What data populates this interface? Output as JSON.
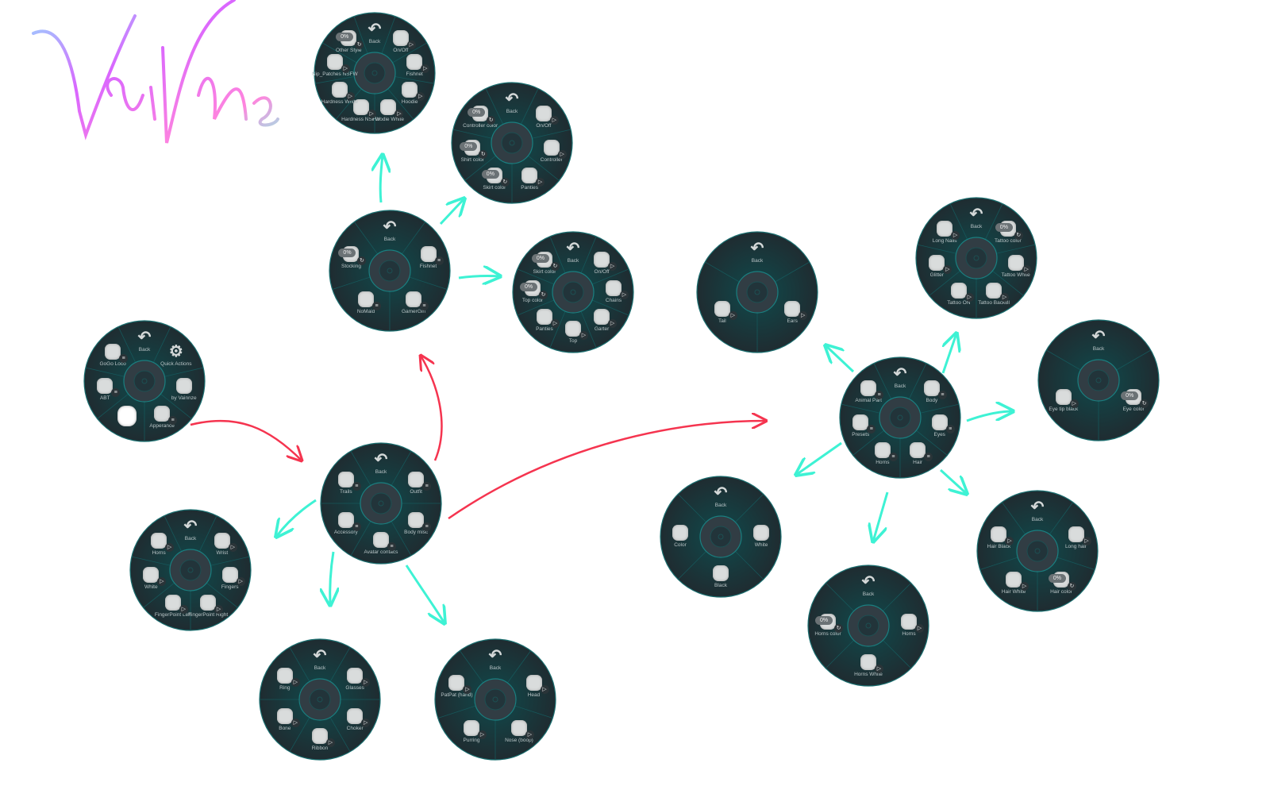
{
  "logo": {
    "text": "Vainnze"
  },
  "colors": {
    "menu_bg": "#1f2c31",
    "menu_accent": "#1a8f8f",
    "arrow_red": "#f5344f",
    "arrow_teal": "#3ef2d4"
  },
  "menus": [
    {
      "id": "outfit-sub-a",
      "items": [
        {
          "label": "Back",
          "type": "back"
        },
        {
          "label": "On/Off",
          "type": "toggle"
        },
        {
          "label": "Fishnet",
          "type": "toggle"
        },
        {
          "label": "Hoodie",
          "type": "toggle"
        },
        {
          "label": "Hoodie White",
          "type": "toggle"
        },
        {
          "label": "Hardness NSFW",
          "type": "toggle"
        },
        {
          "label": "Hardness White",
          "type": "toggle"
        },
        {
          "label": "Nip_Patches NSFW",
          "type": "toggle"
        },
        {
          "label": "Other Style",
          "type": "radial",
          "value": "0%"
        }
      ]
    },
    {
      "id": "outfit-sub-b",
      "items": [
        {
          "label": "Back",
          "type": "back"
        },
        {
          "label": "On/Off",
          "type": "toggle"
        },
        {
          "label": "Controller",
          "type": "toggle"
        },
        {
          "label": "Panties",
          "type": "toggle"
        },
        {
          "label": "Skirt color",
          "type": "radial",
          "value": "0%"
        },
        {
          "label": "Shirt color",
          "type": "radial",
          "value": "0%"
        },
        {
          "label": "Controller color",
          "type": "radial",
          "value": "0%"
        }
      ]
    },
    {
      "id": "outfit",
      "items": [
        {
          "label": "Back",
          "type": "back"
        },
        {
          "label": "Fishnet",
          "type": "submenu"
        },
        {
          "label": "GamerGirl",
          "type": "submenu"
        },
        {
          "label": "NoMaid",
          "type": "submenu"
        },
        {
          "label": "Stocking",
          "type": "radial",
          "value": "0%"
        }
      ]
    },
    {
      "id": "outfit-sub-c",
      "items": [
        {
          "label": "Back",
          "type": "back"
        },
        {
          "label": "On/Off",
          "type": "toggle"
        },
        {
          "label": "Chains",
          "type": "toggle"
        },
        {
          "label": "Garter",
          "type": "toggle"
        },
        {
          "label": "Top",
          "type": "toggle"
        },
        {
          "label": "Panties",
          "type": "toggle"
        },
        {
          "label": "Top color",
          "type": "radial",
          "value": "0%"
        },
        {
          "label": "Skirt color",
          "type": "radial",
          "value": "0%"
        }
      ]
    },
    {
      "id": "main",
      "items": [
        {
          "label": "Back",
          "type": "back"
        },
        {
          "label": "Quick Actions",
          "type": "gear"
        },
        {
          "label": "by Vainnze",
          "type": "plain"
        },
        {
          "label": "Apperance",
          "type": "submenu"
        },
        {
          "label": "",
          "type": "scribble"
        },
        {
          "label": "ABT",
          "type": "submenu"
        },
        {
          "label": "GoGo Loco",
          "type": "submenu"
        }
      ]
    },
    {
      "id": "appearance",
      "items": [
        {
          "label": "Back",
          "type": "back"
        },
        {
          "label": "Outfit",
          "type": "submenu"
        },
        {
          "label": "Body misc",
          "type": "submenu"
        },
        {
          "label": "Avatar contacs",
          "type": "submenu"
        },
        {
          "label": "Accessory",
          "type": "submenu"
        },
        {
          "label": "Trails",
          "type": "submenu"
        }
      ]
    },
    {
      "id": "body-misc",
      "items": [
        {
          "label": "Back",
          "type": "back"
        },
        {
          "label": "Wrist",
          "type": "toggle"
        },
        {
          "label": "Fingers",
          "type": "toggle"
        },
        {
          "label": "FingerPoint Right",
          "type": "toggle"
        },
        {
          "label": "FingerPoint Left",
          "type": "toggle"
        },
        {
          "label": "White",
          "type": "toggle"
        },
        {
          "label": "Horns",
          "type": "toggle"
        }
      ]
    },
    {
      "id": "accessory",
      "items": [
        {
          "label": "Back",
          "type": "back"
        },
        {
          "label": "Glasses",
          "type": "toggle"
        },
        {
          "label": "Choker",
          "type": "toggle"
        },
        {
          "label": "Ribbon",
          "type": "toggle"
        },
        {
          "label": "Bone",
          "type": "toggle"
        },
        {
          "label": "Ring",
          "type": "toggle"
        }
      ]
    },
    {
      "id": "avatar-contacs",
      "items": [
        {
          "label": "Back",
          "type": "back"
        },
        {
          "label": "Head",
          "type": "toggle"
        },
        {
          "label": "Nose (boop)",
          "type": "toggle"
        },
        {
          "label": "Purring",
          "type": "toggle"
        },
        {
          "label": "PatPat (hand)",
          "type": "toggle"
        }
      ]
    },
    {
      "id": "animal-part",
      "items": [
        {
          "label": "Back",
          "type": "back"
        },
        {
          "label": "Ears",
          "type": "toggle"
        },
        {
          "label": "Tail",
          "type": "toggle"
        }
      ]
    },
    {
      "id": "body",
      "items": [
        {
          "label": "Back",
          "type": "back"
        },
        {
          "label": "Tattoo color",
          "type": "radial",
          "value": "0%"
        },
        {
          "label": "Tattoo White",
          "type": "toggle"
        },
        {
          "label": "Tattoo BackBl",
          "type": "toggle"
        },
        {
          "label": "Tattoo ON",
          "type": "toggle"
        },
        {
          "label": "Glitter",
          "type": "toggle"
        },
        {
          "label": "Long Nails",
          "type": "toggle"
        }
      ]
    },
    {
      "id": "eyes",
      "items": [
        {
          "label": "Back",
          "type": "back"
        },
        {
          "label": "Eye color",
          "type": "radial",
          "value": "0%"
        },
        {
          "label": "Eye tip black",
          "type": "toggle"
        }
      ]
    },
    {
      "id": "appearance-2",
      "items": [
        {
          "label": "Back",
          "type": "back"
        },
        {
          "label": "Body",
          "type": "submenu"
        },
        {
          "label": "Eyes",
          "type": "submenu"
        },
        {
          "label": "Hair",
          "type": "submenu"
        },
        {
          "label": "Horns",
          "type": "submenu"
        },
        {
          "label": "Presets",
          "type": "submenu"
        },
        {
          "label": "Animal Part",
          "type": "submenu"
        }
      ]
    },
    {
      "id": "presets",
      "items": [
        {
          "label": "Back",
          "type": "back"
        },
        {
          "label": "White",
          "type": "plain"
        },
        {
          "label": "Black",
          "type": "plain"
        },
        {
          "label": "Color",
          "type": "plain"
        }
      ]
    },
    {
      "id": "horns",
      "items": [
        {
          "label": "Back",
          "type": "back"
        },
        {
          "label": "Horns",
          "type": "toggle"
        },
        {
          "label": "Horns White",
          "type": "toggle"
        },
        {
          "label": "Horns color",
          "type": "radial",
          "value": "0%"
        }
      ]
    },
    {
      "id": "hair",
      "items": [
        {
          "label": "Back",
          "type": "back"
        },
        {
          "label": "Long hair",
          "type": "toggle"
        },
        {
          "label": "Hair color",
          "type": "radial",
          "value": "0%"
        },
        {
          "label": "Hair White",
          "type": "toggle"
        },
        {
          "label": "Hair Black",
          "type": "toggle"
        }
      ]
    }
  ]
}
